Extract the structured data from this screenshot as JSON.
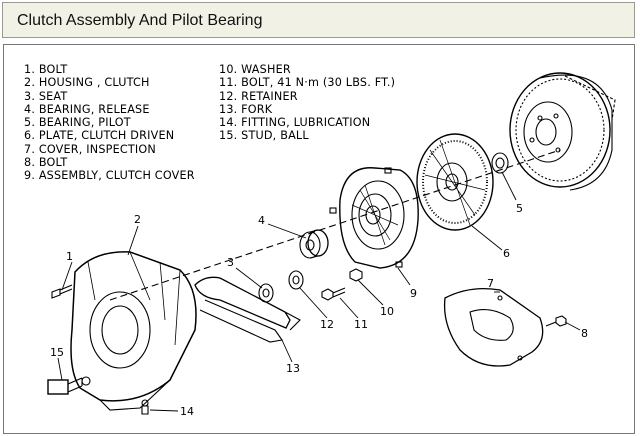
{
  "page": {
    "title": "Clutch Assembly And Pilot Bearing"
  },
  "legend": {
    "left": [
      "1. BOLT",
      "2. HOUSING , CLUTCH",
      "3. SEAT",
      "4. BEARING, RELEASE",
      "5. BEARING, PILOT",
      "6. PLATE, CLUTCH DRIVEN",
      "7. COVER, INSPECTION",
      "8. BOLT",
      "9. ASSEMBLY, CLUTCH COVER"
    ],
    "right": [
      "10. WASHER",
      "11. BOLT, 41 N·m (30 LBS. FT.)",
      "12. RETAINER",
      "13. FORK",
      "14. FITTING, LUBRICATION",
      "15. STUD, BALL"
    ]
  },
  "callouts": [
    "1",
    "2",
    "3",
    "4",
    "5",
    "6",
    "7",
    "8",
    "9",
    "10",
    "11",
    "12",
    "13",
    "14",
    "15"
  ],
  "colors": {
    "header_bg": "#f1f1e6",
    "line": "#000000"
  }
}
